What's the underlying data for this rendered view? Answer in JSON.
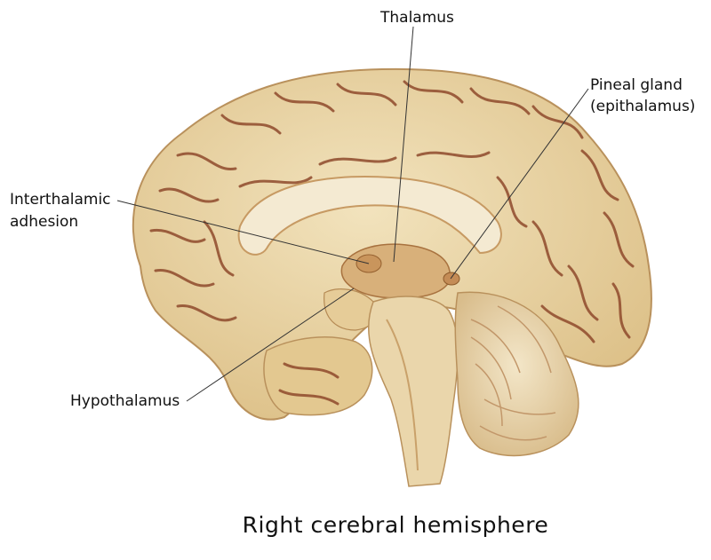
{
  "labels": {
    "thalamus": "Thalamus",
    "pineal_line1": "Pineal gland",
    "pineal_line2": "(epithalamus)",
    "interthalamic_line1": "Interthalamic",
    "interthalamic_line2": "adhesion",
    "hypothalamus": "Hypothalamus"
  },
  "caption": "Right cerebral hemisphere",
  "colors": {
    "brain_base": "#e8d3a2",
    "gyrus_light": "#f1e2bb",
    "sulcus_dark": "#8f4a2c",
    "white_matter": "#f4ead2",
    "leader_line": "#333333"
  }
}
